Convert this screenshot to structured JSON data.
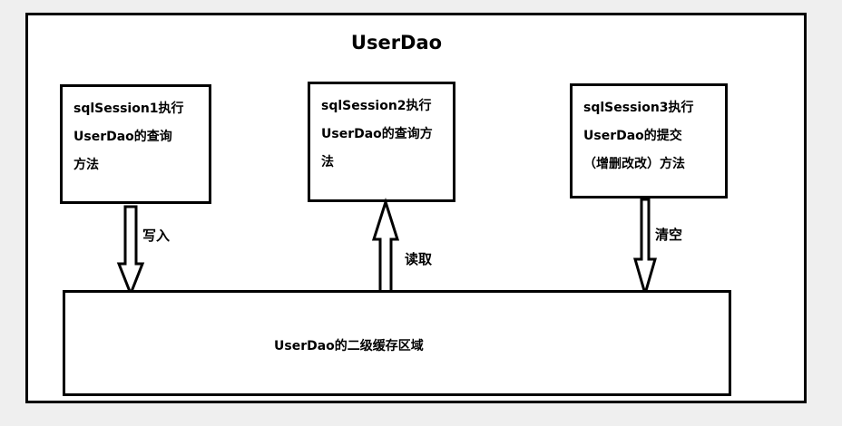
{
  "diagram": {
    "title": "UserDao",
    "boxes": [
      {
        "text": "sqlSession1执行\nUserDao的查询\n方法",
        "connector_label": "写入",
        "connector_direction": "down"
      },
      {
        "text": "sqlSession2执行\nUserDao的查询方\n法",
        "connector_label": "读取",
        "connector_direction": "up"
      },
      {
        "text": "sqlSession3执行\nUserDao的提交\n（增删改改）方法",
        "connector_label": "清空",
        "connector_direction": "down"
      }
    ],
    "cache_label": "UserDao的二级缓存区域"
  }
}
